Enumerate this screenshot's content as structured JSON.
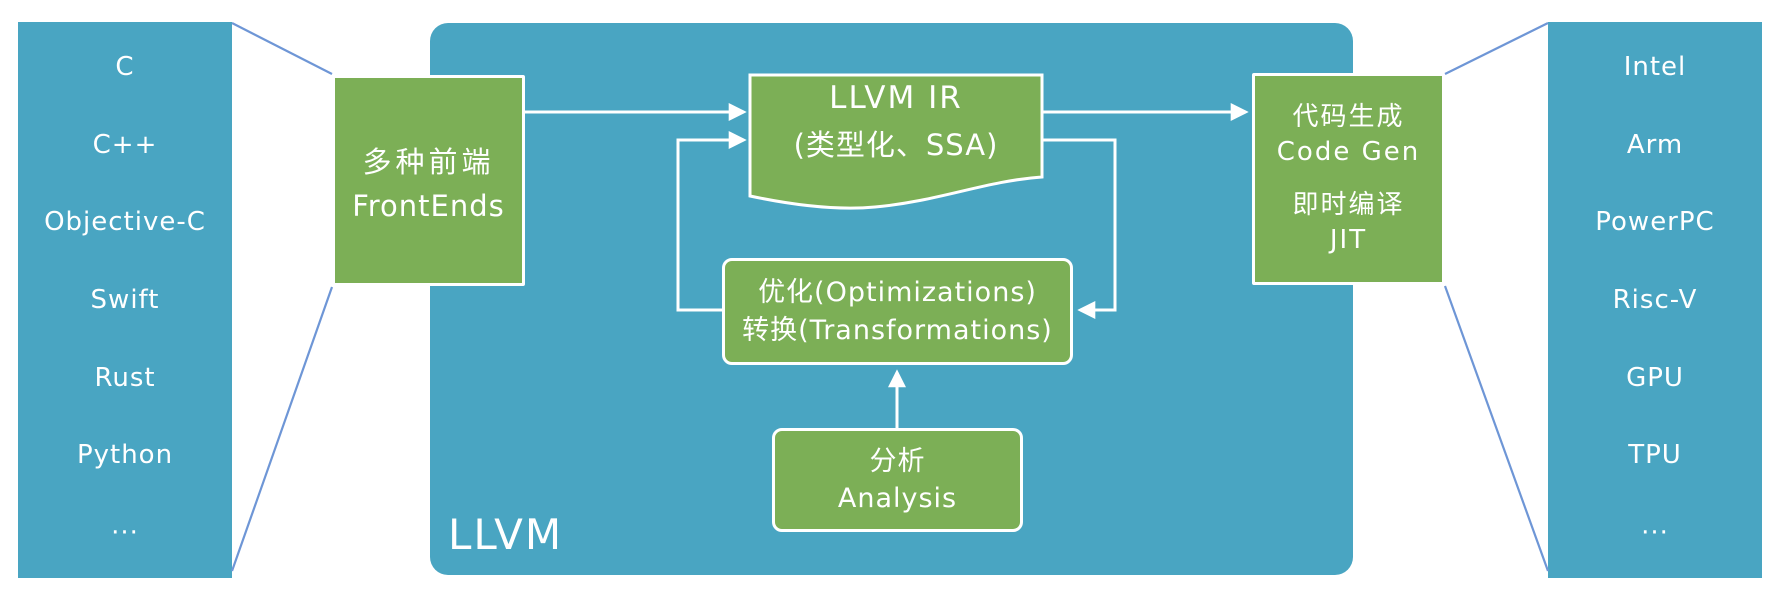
{
  "diagram_title": "LLVM",
  "colors": {
    "panel_blue": "#49A5C2",
    "box_green": "#7CAF56",
    "connector_blue": "#6E96D6",
    "text_white": "#FFFFFF"
  },
  "left_panel": {
    "items": [
      "C",
      "C++",
      "Objective-C",
      "Swift",
      "Rust",
      "Python",
      "···"
    ]
  },
  "right_panel": {
    "items": [
      "Intel",
      "Arm",
      "PowerPC",
      "Risc-V",
      "GPU",
      "TPU",
      "···"
    ]
  },
  "frontends_box": {
    "line1": "多种前端",
    "line2": "FrontEnds"
  },
  "llvm_ir_box": {
    "line1": "LLVM IR",
    "line2": "(类型化、SSA)"
  },
  "optimizations_box": {
    "line1": "优化(Optimizations)",
    "line2": "转换(Transformations)"
  },
  "analysis_box": {
    "line1": "分析",
    "line2": "Analysis"
  },
  "codegen_box": {
    "line1": "代码生成",
    "line2": "Code Gen",
    "line3": "即时编译",
    "line4": "JIT"
  }
}
